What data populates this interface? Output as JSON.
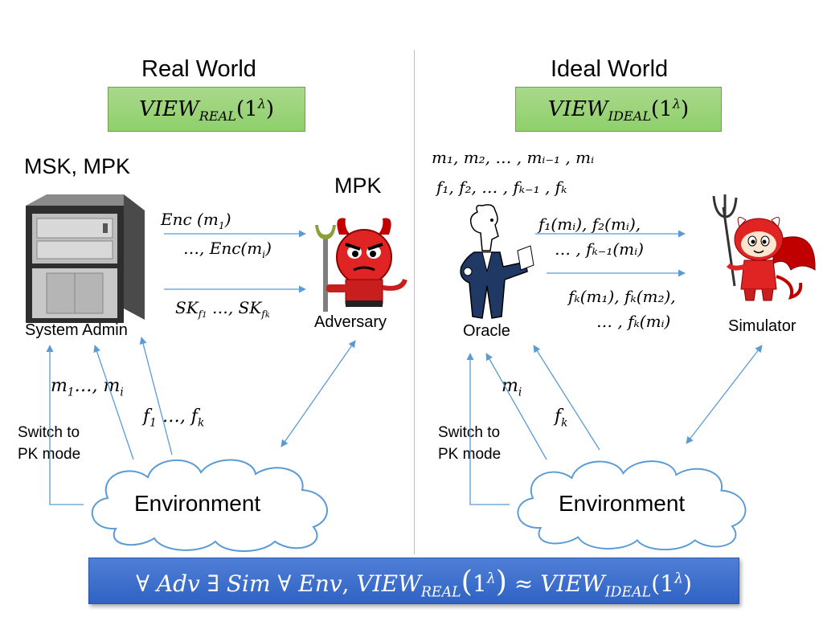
{
  "real": {
    "title": "Real World",
    "view": {
      "base": "VIEW",
      "sub": "REAL",
      "arg": "1",
      "arg_sup": "λ"
    },
    "keys_label": "MSK, MPK",
    "mpk_label": "MPK",
    "admin_label": "System Admin",
    "adversary_label": "Adversary",
    "enc1": {
      "prefix": "Enc (",
      "var": "m",
      "sub": "1",
      "suffix": ")"
    },
    "enc2": {
      "prefix": "…, Enc(",
      "var": "m",
      "sub": "i",
      "suffix": ")"
    },
    "sk": {
      "base": "SK",
      "sub1": "f",
      "sub1_sub": "1",
      "mid": "  …, SK",
      "sub2": "f",
      "sub2_sub": "k"
    },
    "msgs": {
      "a": "m",
      "a_sub": "1",
      "mid": "…, m",
      "b_sub": "i"
    },
    "funcs": {
      "a": "f",
      "a_sub": "1",
      "mid": " …, f",
      "b_sub": "k"
    },
    "switch_line1": "Switch to",
    "switch_line2": "PK mode",
    "environment": "Environment"
  },
  "ideal": {
    "title": "Ideal World",
    "view": {
      "base": "VIEW",
      "sub": "IDEAL",
      "arg": "1",
      "arg_sup": "λ"
    },
    "msg_list": "m₁, m₂, … , mᵢ₋₁ , mᵢ",
    "func_list": "f₁, f₂, … , fₖ₋₁ , fₖ",
    "oracle_out1": "f₁(mᵢ), f₂(mᵢ),",
    "oracle_out2": "… , fₖ₋₁(mᵢ)",
    "oracle_out3": "fₖ(m₁), fₖ(m₂),",
    "oracle_out4": "… , fₖ(mᵢ)",
    "oracle_label": "Oracle",
    "simulator_label": "Simulator",
    "msg": {
      "var": "m",
      "sub": "i"
    },
    "func": {
      "var": "f",
      "sub": "k"
    },
    "switch_line1": "Switch to",
    "switch_line2": "PK mode",
    "environment": "Environment"
  },
  "statement": {
    "part1": "∀ ",
    "adv": "Adv",
    "part2": " ∃ ",
    "sim": "Sim",
    "part3": " ∀ ",
    "env": "Env",
    "part4": ", ",
    "view1": "VIEW",
    "view1_sub": "REAL",
    "arg": "1",
    "arg_sup": "λ",
    "approx": " ≈ ",
    "view2": "VIEW",
    "view2_sub": "IDEAL"
  },
  "colors": {
    "green_box": "#92d050",
    "arrow": "#5b9bd5",
    "divider": "#f4b183",
    "bar": "#3366cc"
  },
  "icons": [
    "server-icon",
    "adversary-devil-icon",
    "oracle-figure-icon",
    "simulator-devil-icon",
    "cloud-icon"
  ]
}
